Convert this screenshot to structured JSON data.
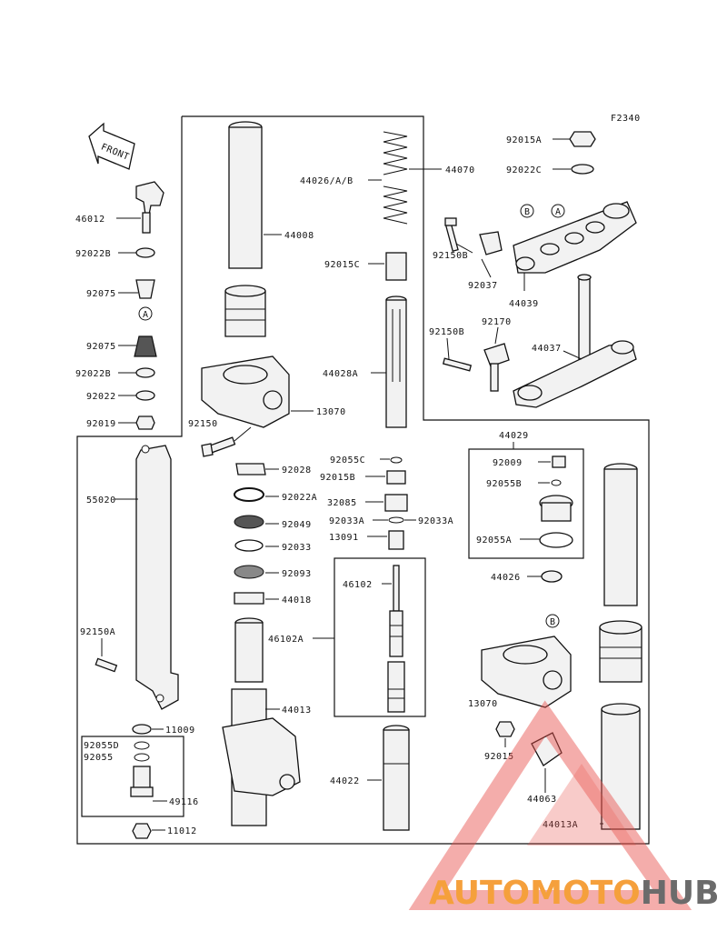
{
  "figure_code": "F2340",
  "front_label": "FRONT",
  "part_labels": {
    "p46012": "46012",
    "p92022B_1": "92022B",
    "p92075_1": "92075",
    "p92075_2": "92075",
    "p92022B_2": "92022B",
    "p92022": "92022",
    "p92019": "92019",
    "p44008": "44008",
    "p44026": "44026/A/B",
    "p44070": "44070",
    "p92015C": "92015C",
    "p44028A": "44028A",
    "p13070_1": "13070",
    "p92150": "92150",
    "p92015A": "92015A",
    "p92022C": "92022C",
    "p92150B_1": "92150B",
    "p92037": "92037",
    "p44039": "44039",
    "p92170": "92170",
    "p92150B_2": "92150B",
    "p44037": "44037",
    "p44029": "44029",
    "p92009": "92009",
    "p92055B": "92055B",
    "p92055A": "92055A",
    "p44026_2": "44026",
    "p55020": "55020",
    "p92150A": "92150A",
    "p11009": "11009",
    "p92055D": "92055D",
    "p92055": "92055",
    "p49116": "49116",
    "p11012": "11012",
    "p92028": "92028",
    "p92022A": "92022A",
    "p92049": "92049",
    "p92033": "92033",
    "p92093": "92093",
    "p44018": "44018",
    "p46102A": "46102A",
    "p44013": "44013",
    "p92055C": "92055C",
    "p92015B": "92015B",
    "p32085": "32085",
    "p92033A_1": "92033A",
    "p92033A_2": "92033A",
    "p13091": "13091",
    "p46102": "46102",
    "p44022": "44022",
    "p13070_2": "13070",
    "p92015": "92015",
    "p44063": "44063",
    "p44013A": "44013A"
  },
  "ref_markers": {
    "a1": "A",
    "a2": "A",
    "b1": "B",
    "b2": "B"
  },
  "watermark": {
    "part1": "AUTOMOTO",
    "part2": "HUB",
    "color_orange": "#f5a03c",
    "color_red": "#e8504a",
    "color_gray": "#6b6b6b"
  }
}
